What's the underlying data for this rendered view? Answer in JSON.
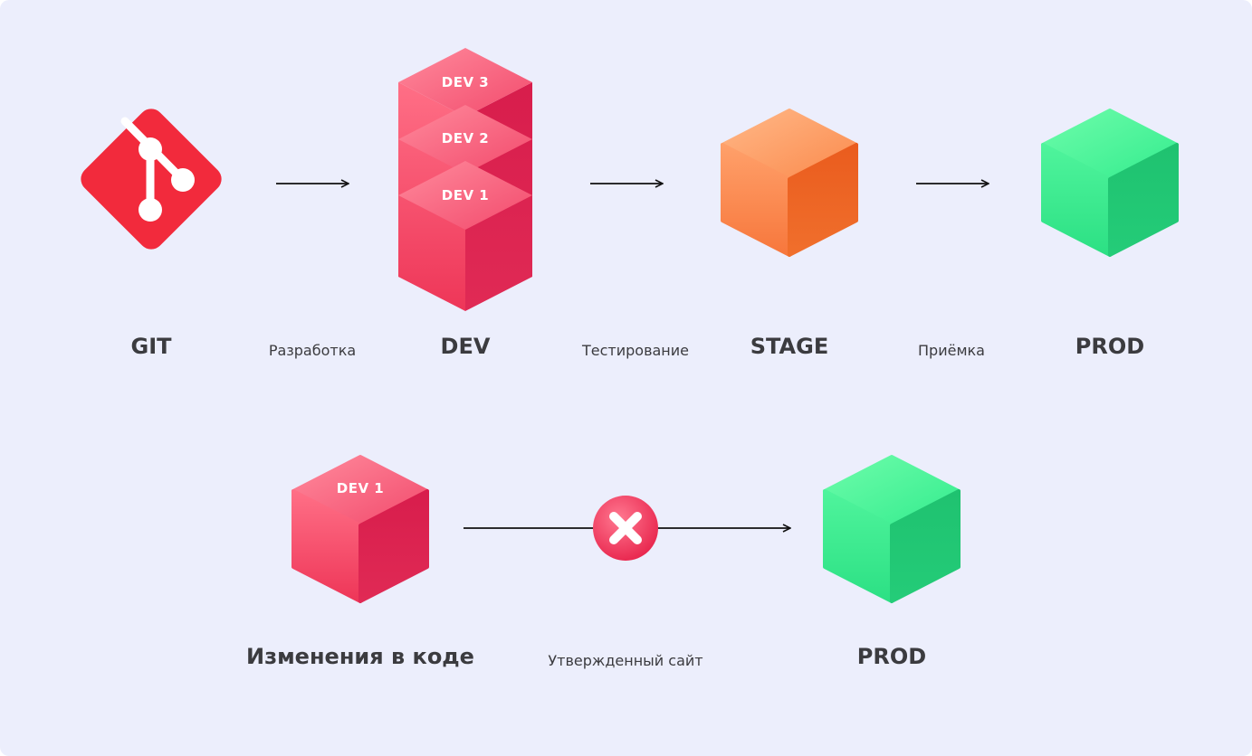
{
  "pipeline": {
    "nodes": {
      "git": "GIT",
      "dev": "DEV",
      "stage": "STAGE",
      "prod": "PROD"
    },
    "edges": {
      "git_to_dev": "Разработка",
      "dev_to_stage": "Тестирование",
      "stage_to_prod": "Приёмка"
    },
    "dev_stack": [
      "DEV 3",
      "DEV 2",
      "DEV 1"
    ]
  },
  "blocked_flow": {
    "source_cube_label": "DEV 1",
    "source_title": "Изменения в коде",
    "edge_label": "Утвержденный сайт",
    "target_title": "PROD",
    "status_icon": "close-icon"
  },
  "colors": {
    "background": "#eceefc",
    "git": "#f22a3c",
    "dev": "#f0385e",
    "stage": "#f9783b",
    "prod": "#2ee488",
    "text": "#3b3b3f",
    "blocked": "#f04565"
  }
}
